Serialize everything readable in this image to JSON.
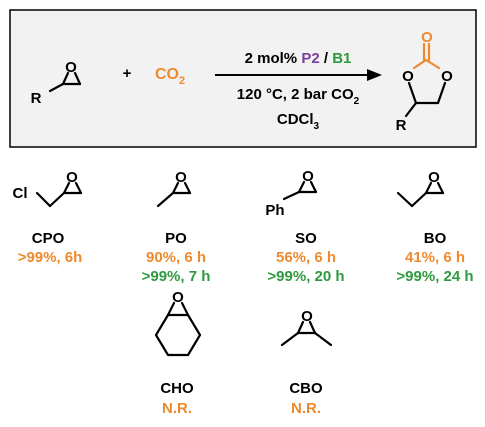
{
  "reaction": {
    "substrate_r": "R",
    "substrate_o": "O",
    "plus": "+",
    "co2": "CO",
    "co2_sub": "2",
    "conditions_line1_prefix": "2 mol% ",
    "catalyst_p2": "P2",
    "slash": " / ",
    "catalyst_b1": "B1",
    "conditions_line2": "120 °C, 2 bar CO",
    "conditions_line2_sub": "2",
    "solvent": "CDCl",
    "solvent_sub": "3",
    "product_carbonyl_o": "O",
    "product_ring_o_left": "O",
    "product_ring_o_right": "O",
    "product_r": "R"
  },
  "substrates": [
    {
      "code": "CPO",
      "substituent": "Cl",
      "results": [
        {
          "text": ">99%, 6h",
          "color": "#ee8a2e"
        }
      ]
    },
    {
      "code": "PO",
      "results": [
        {
          "text": "90%, 6 h",
          "color": "#ee8a2e"
        },
        {
          "text": ">99%, 7 h",
          "color": "#2e9a3f"
        }
      ]
    },
    {
      "code": "SO",
      "substituent": "Ph",
      "results": [
        {
          "text": "56%, 6 h",
          "color": "#ee8a2e"
        },
        {
          "text": ">99%, 20 h",
          "color": "#2e9a3f"
        }
      ]
    },
    {
      "code": "BO",
      "results": [
        {
          "text": "41%, 6 h",
          "color": "#ee8a2e"
        },
        {
          "text": ">99%, 24 h",
          "color": "#2e9a3f"
        }
      ]
    },
    {
      "code": "CHO",
      "results": [
        {
          "text": "N.R.",
          "color": "#ee8a2e"
        }
      ]
    },
    {
      "code": "CBO",
      "results": [
        {
          "text": "N.R.",
          "color": "#ee8a2e"
        }
      ]
    }
  ],
  "epoxide_o": "O",
  "colors": {
    "orange": "#ee8a2e",
    "green": "#2e9a3f",
    "purple": "#7a3e9a",
    "box_fill": "#f2f2f2"
  }
}
